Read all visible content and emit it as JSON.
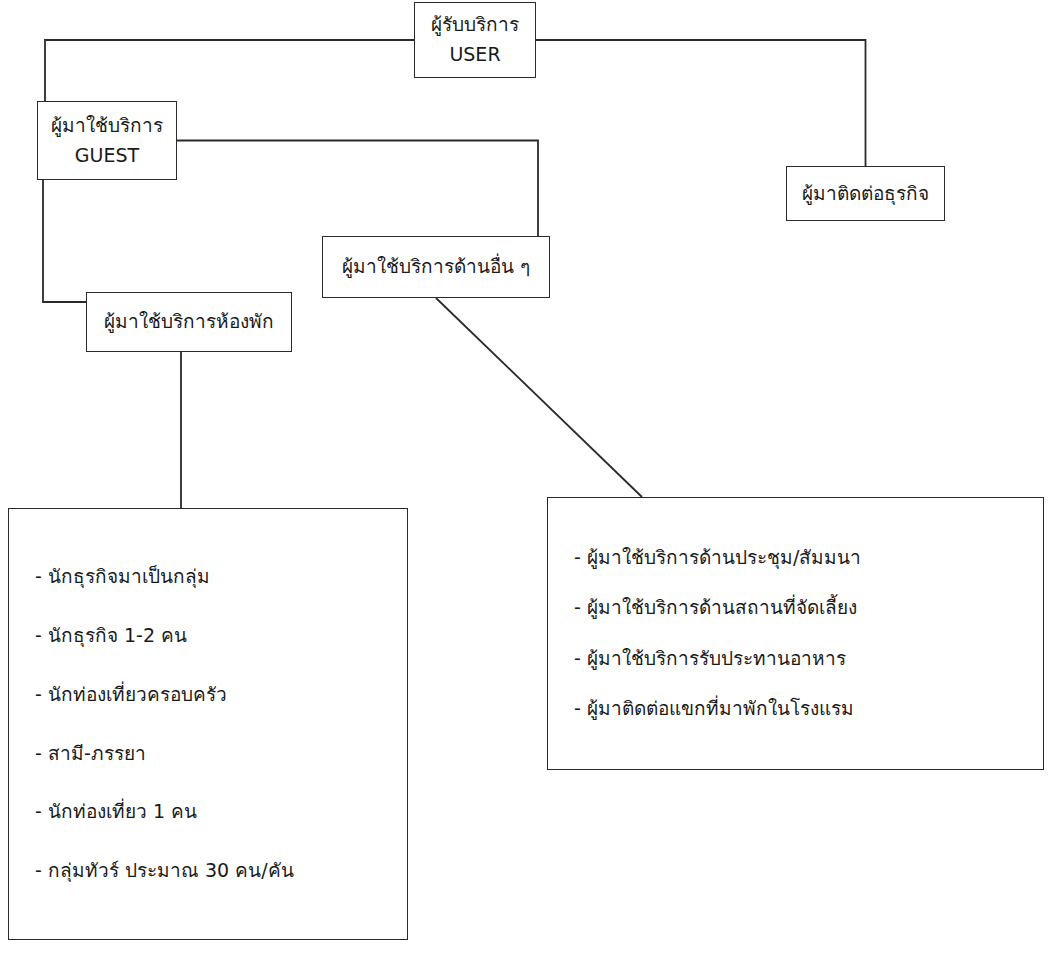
{
  "diagram": {
    "nodes": [
      {
        "text": [
          "ผู้รับบริการ",
          "USER"
        ]
      },
      {
        "text": [
          "ผู้มาใช้บริการ",
          "GUEST"
        ]
      },
      {
        "text": [
          "ผู้มาติดต่อธุรกิจ"
        ]
      },
      {
        "text": [
          "ผู้มาใช้บริการด้านอื่น ๆ"
        ]
      },
      {
        "text": [
          "ผู้มาใช้บริการห้องพัก"
        ]
      },
      {
        "text": [
          "- นักธุรกิจมาเป็นกลุ่ม",
          "- นักธุรกิจ 1-2 คน",
          "- นักท่องเที่ยวครอบครัว",
          "- สามี-ภรรยา",
          "- นักท่องเที่ยว 1 คน",
          "- กลุ่มทัวร์ ประมาณ 30 คน/คัน"
        ]
      },
      {
        "text": [
          "- ผู้มาใช้บริการด้านประชุม/สัมมนา",
          "- ผู้มาใช้บริการด้านสถานที่จัดเลี้ยง",
          "- ผู้มาใช้บริการรับประทานอาหาร",
          "- ผู้มาติดต่อแขกที่มาพักในโรงแรม"
        ]
      }
    ],
    "edges": [
      {
        "from": 0,
        "to": 1,
        "arrow": "none"
      },
      {
        "from": 0,
        "to": 2,
        "arrow": "none"
      },
      {
        "from": 1,
        "to": 3,
        "arrow": "none"
      },
      {
        "from": 1,
        "to": 4,
        "arrow": "none"
      },
      {
        "from": 4,
        "to": 5,
        "arrow": "none"
      },
      {
        "from": 3,
        "to": 6,
        "arrow": "none"
      }
    ]
  }
}
